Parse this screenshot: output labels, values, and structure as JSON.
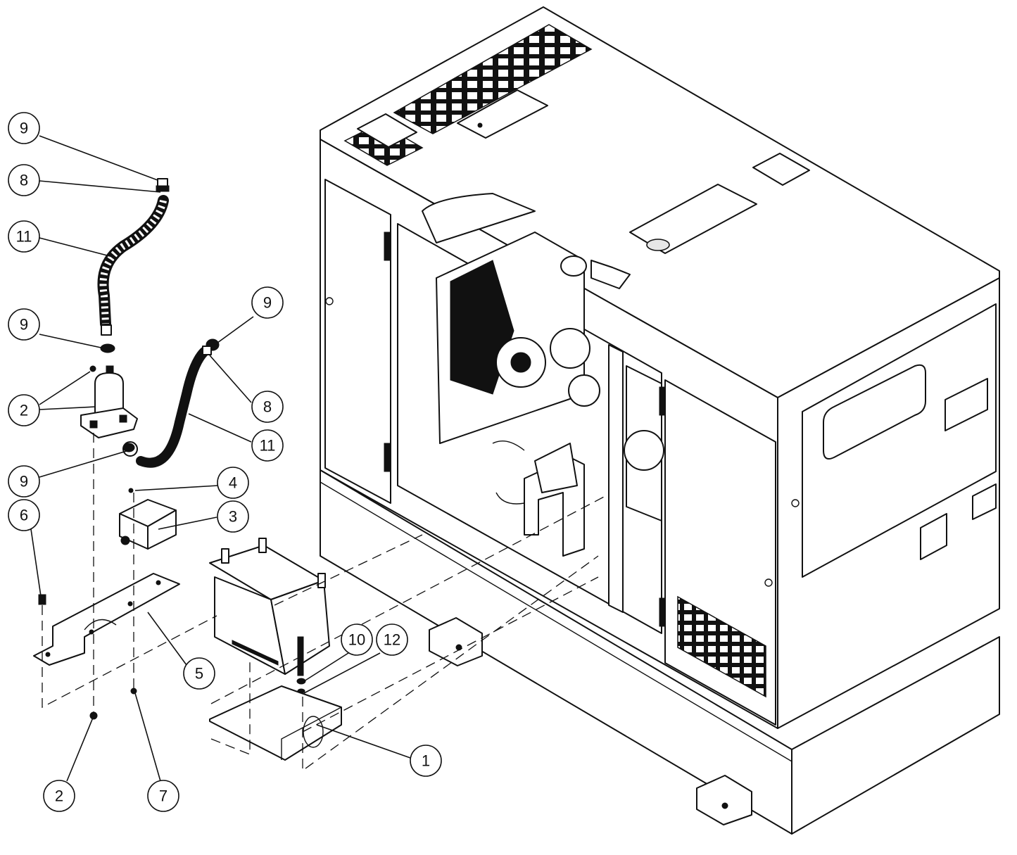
{
  "callouts": [
    {
      "id": "c9a",
      "label": "9"
    },
    {
      "id": "c8a",
      "label": "8"
    },
    {
      "id": "c11a",
      "label": "11"
    },
    {
      "id": "c9b",
      "label": "9"
    },
    {
      "id": "c2a",
      "label": "2"
    },
    {
      "id": "c9c",
      "label": "9"
    },
    {
      "id": "c6",
      "label": "6"
    },
    {
      "id": "c9d",
      "label": "9"
    },
    {
      "id": "c8b",
      "label": "8"
    },
    {
      "id": "c11b",
      "label": "11"
    },
    {
      "id": "c4",
      "label": "4"
    },
    {
      "id": "c3",
      "label": "3"
    },
    {
      "id": "c5",
      "label": "5"
    },
    {
      "id": "c10",
      "label": "10"
    },
    {
      "id": "c12",
      "label": "12"
    },
    {
      "id": "c1",
      "label": "1"
    },
    {
      "id": "c2b",
      "label": "2"
    },
    {
      "id": "c7",
      "label": "7"
    }
  ],
  "colors": {
    "ink": "#111111",
    "paper": "#ffffff"
  }
}
